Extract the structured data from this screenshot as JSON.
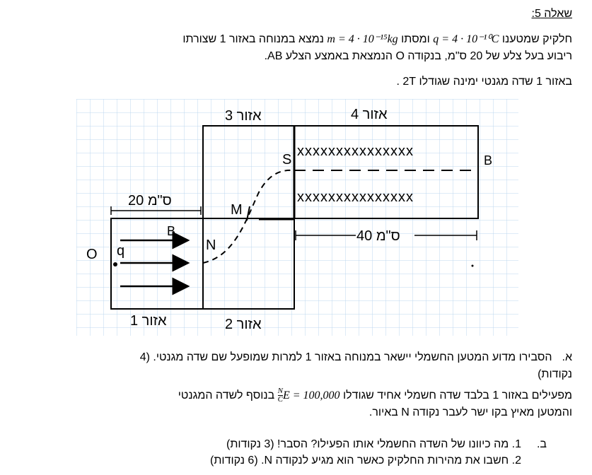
{
  "question": {
    "title": "שאלה 5:",
    "intro_line1_a": "חלקיק שמטענו ",
    "charge_expr": "q = 4 · 10⁻¹⁰C",
    "intro_line1_b": " ומסתו ",
    "mass_expr": "m = 4 · 10⁻¹⁵kg",
    "intro_line1_c": " נמצא במנוחה באזור 1 שצורתו",
    "intro_line2": "ריבוע בעל צלע של 20 ס\"מ, בנקודה O הנמצאת באמצע הצלע AB.",
    "field_line": "באזור 1 שדה מגנטי ימינה שגודלו 2T ."
  },
  "figure": {
    "zone1": "אזור 1",
    "zone2": "אזור 2",
    "zone3": "אזור 3",
    "zone4": "אזור 4",
    "dim20": "20 ס\"מ",
    "dim40": "40 ס\"מ",
    "label_O": "O",
    "label_q": "q",
    "label_B_field": "B",
    "label_N": "N",
    "label_M": "M",
    "label_S": "S",
    "label_B_right": "B",
    "x_row": "xxxxxxxxxxxxxxx"
  },
  "part_a": {
    "marker": "א.",
    "text": "הסבירו מדוע המטען החשמלי יישאר במנוחה באזור 1 למרות שמופעל שם שדה מגנטי. (4 נקודות)"
  },
  "para3": {
    "a": "מפעילים באזור 1 בלבד שדה חשמלי אחיד שגודלו ",
    "e_expr": "E = 100,000",
    "frac_num": "N",
    "frac_den": "C",
    "b": " בנוסף לשדה המגנטי",
    "c": "והמטען מאיץ בקו ישר לעבר נקודה N באיור."
  },
  "part_b": {
    "marker": "ב.",
    "item1": "1. מה כיוונו של השדה החשמלי אותו הפעילו? הסבר! (3 נקודות)",
    "item2": "2. חשבו את מהירות החלקיק כאשר הוא מגיע לנקודה N. (6 נקודות)"
  }
}
